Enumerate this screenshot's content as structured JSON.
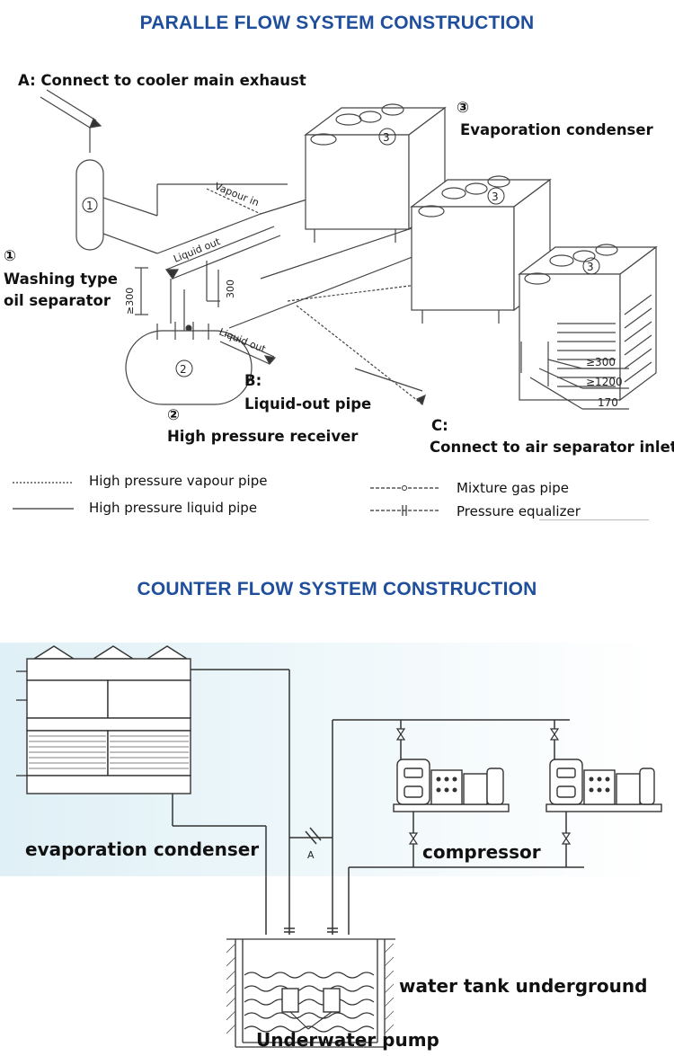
{
  "parallel": {
    "title": "PARALLE FLOW SYSTEM CONSTRUCTION",
    "label_a": "A:  Connect to cooler main exhaust",
    "label_3_num": "③",
    "label_3": "Evaporation condenser",
    "label_1_num": "①",
    "label_1_line1": "Washing type",
    "label_1_line2": "oil separator",
    "label_b_line1": "B:",
    "label_b_line2": "Liquid-out pipe",
    "label_2_num": "②",
    "label_2": "High pressure receiver",
    "label_c_line1": "C:",
    "label_c_line2": "Connect  to air separator inlet",
    "pipe_vapour_in": "Vapour in",
    "pipe_liquid_out_1": "Liquid out",
    "pipe_liquid_out_2": "Liquid out",
    "dim_300_left": "≥300",
    "dim_300_mid": "300",
    "dim_gte300": "≥300",
    "dim_gte1200": "≥1200",
    "dim_170": "170",
    "circle_1": "1",
    "circle_2": "2",
    "circle_3": "3",
    "legend": {
      "hp_vapour": "High pressure vapour pipe",
      "hp_liquid": "High pressure liquid pipe",
      "mixture_gas": "Mixture gas pipe",
      "pressure_eq": "Pressure equalizer"
    }
  },
  "counter": {
    "title": "COUNTER FLOW SYSTEM CONSTRUCTION",
    "evap_label": "evaporation condenser",
    "compressor_label": "compressor",
    "tank_label": "water tank underground",
    "pump_label": "Underwater pump",
    "valve_a": "A"
  }
}
